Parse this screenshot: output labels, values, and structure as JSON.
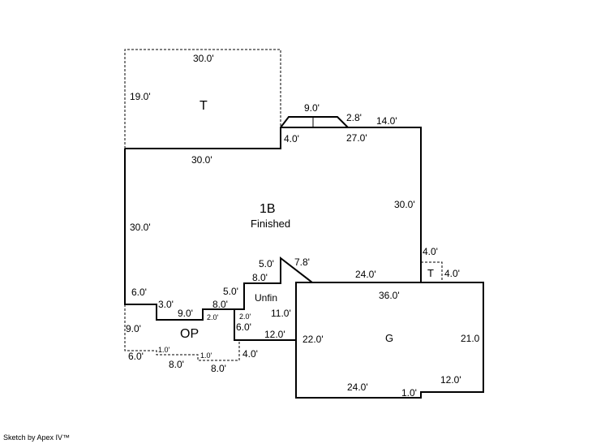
{
  "areas": {
    "t_top": "T",
    "main": "1B",
    "main_sub": "Finished",
    "op": "OP",
    "unfin": "Unfin",
    "garage": "G",
    "t_small": "T"
  },
  "dims": {
    "t_top_width": "30.0'",
    "t_top_height": "19.0'",
    "main_top": "30.0'",
    "bay_width": "9.0'",
    "bay_side": "2.8'",
    "bay_step": "4.0'",
    "bay_right": "27.0'",
    "right_top": "14.0'",
    "main_right": "30.0'",
    "main_left": "30.0'",
    "d_6a": "6.0'",
    "d_3": "3.0'",
    "d_9a": "9.0'",
    "d_2a": "2.0'",
    "d_8a": "8.0'",
    "d_5a": "5.0'",
    "d_2b": "2.0'",
    "d_6b": "6.0'",
    "d_8b": "8.0'",
    "d_5b": "5.0'",
    "d_78": "7.8'",
    "d_11": "11.0'",
    "d_12a": "12.0'",
    "d_24a": "24.0'",
    "op_9": "9.0'",
    "op_6": "6.0'",
    "op_1a": "1.0'",
    "op_8a": "8.0'",
    "op_1b": "1.0'",
    "op_8b": "8.0'",
    "op_4": "4.0'",
    "ts_4a": "4.0'",
    "ts_4b": "4.0'",
    "g_36": "36.0'",
    "g_22": "22.0'",
    "g_21": "21.0",
    "g_24": "24.0'",
    "g_1": "1.0'",
    "g_12": "12.0'"
  },
  "footer": "Sketch by Apex IV™"
}
